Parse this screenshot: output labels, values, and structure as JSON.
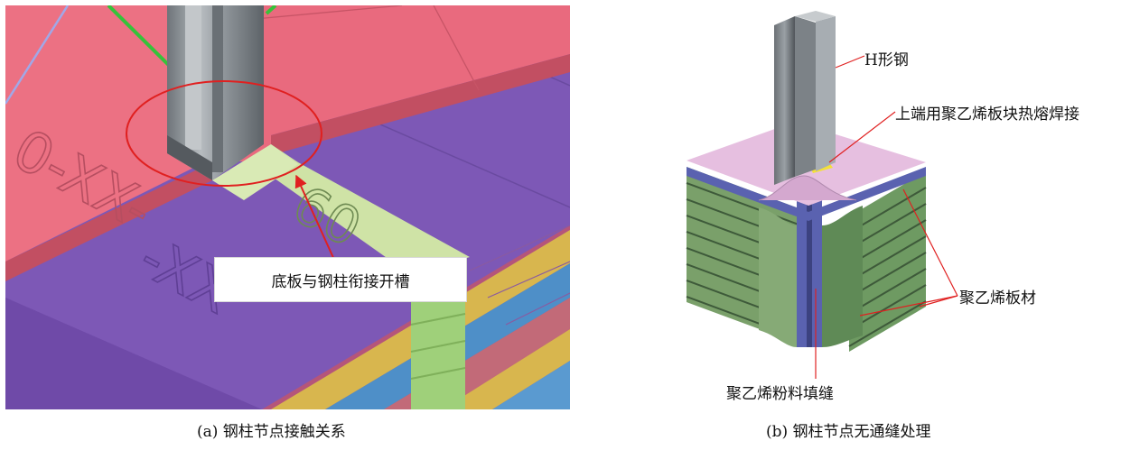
{
  "panel_a": {
    "caption": "(a) 钢柱节点接触关系",
    "callout": "底板与钢柱衔接开槽",
    "engraved_left": "0-XX-",
    "engraved_bottom": "-XX",
    "engraved_slot": "60"
  },
  "panel_b": {
    "caption": "(b) 钢柱节点无通缝处理",
    "label_h_steel": "H形钢",
    "label_top_weld": "上端用聚乙烯板块热熔焊接",
    "label_pe_board": "聚乙烯板材",
    "label_pe_powder": "聚乙烯粉料填缝"
  },
  "colors": {
    "pink_slab": "#e96a7e",
    "purple_slab": "#7d58b6",
    "slot_green": "#cfe3a6",
    "steel_grey": "#8f959a",
    "callout_red": "#e02020",
    "pe_top": "#e6bfe0",
    "pe_green": "#7aa06a",
    "pe_blue": "#5a62b0",
    "weld_yellow": "#f3e03a"
  }
}
